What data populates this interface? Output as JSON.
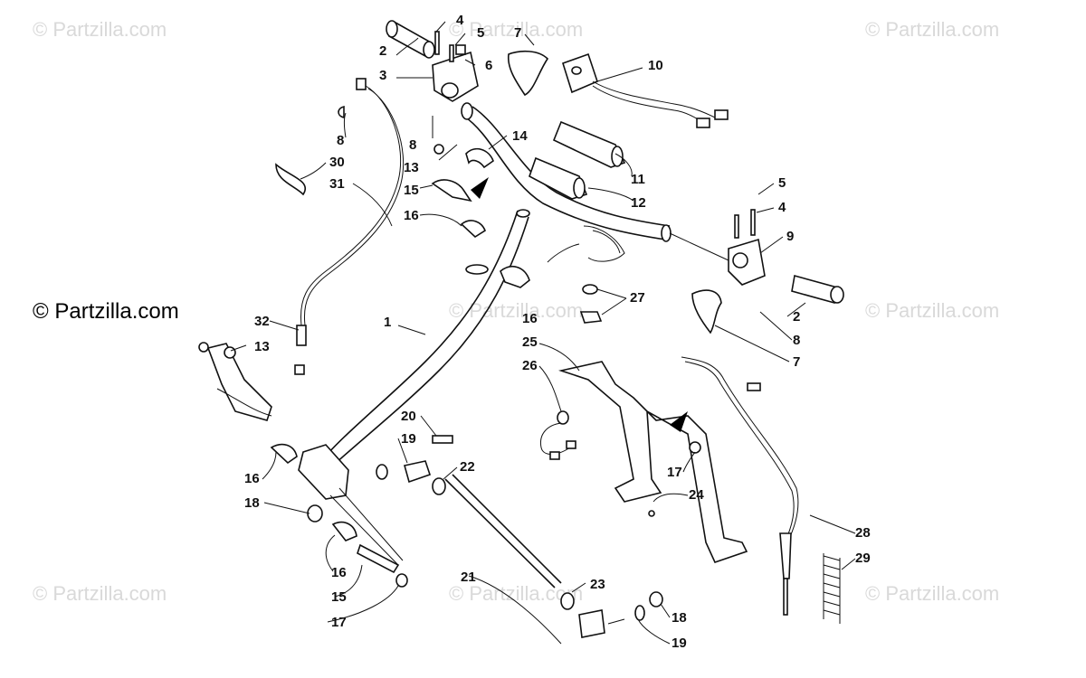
{
  "watermark": {
    "text": "© Partzilla.com",
    "main_text": "© Partzilla.com"
  },
  "callouts": [
    "1",
    "2",
    "3",
    "4",
    "5",
    "6",
    "7",
    "8",
    "8",
    "10",
    "11",
    "12",
    "13",
    "14",
    "15",
    "16",
    "16",
    "13",
    "32",
    "16",
    "18",
    "16",
    "15",
    "17",
    "20",
    "19",
    "22",
    "21",
    "23",
    "18",
    "19",
    "25",
    "26",
    "27",
    "17",
    "24",
    "5",
    "4",
    "9",
    "2",
    "8",
    "7",
    "28",
    "29",
    "30",
    "31"
  ]
}
